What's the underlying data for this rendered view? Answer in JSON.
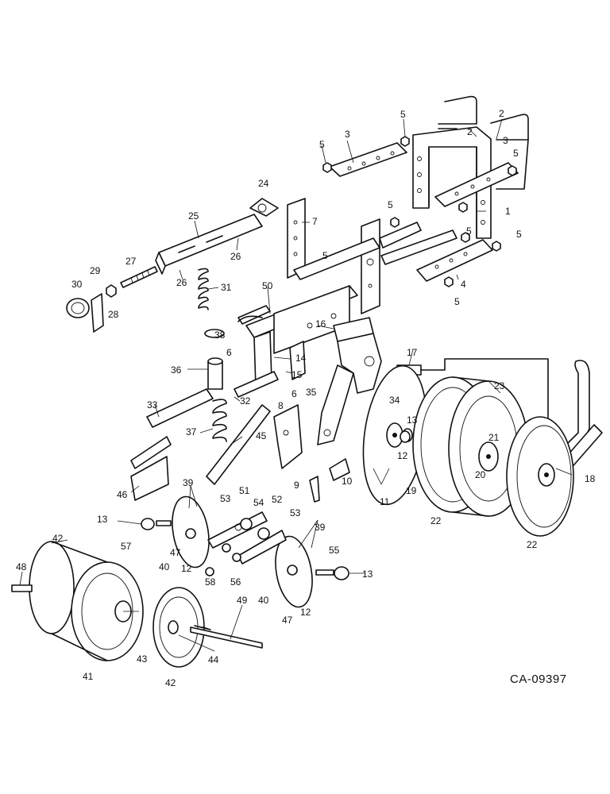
{
  "drawing_code": "CA-09397",
  "callouts": [
    "1",
    "2",
    "3",
    "4",
    "5",
    "6",
    "7",
    "8",
    "9",
    "10",
    "11",
    "12",
    "13",
    "14",
    "15",
    "16",
    "17",
    "18",
    "19",
    "20",
    "21",
    "22",
    "23",
    "24",
    "25",
    "26",
    "27",
    "28",
    "29",
    "30",
    "31",
    "32",
    "33",
    "34",
    "35",
    "36",
    "37",
    "38",
    "39",
    "40",
    "41",
    "42",
    "43",
    "44",
    "45",
    "46",
    "47",
    "48",
    "49",
    "50",
    "51",
    "52",
    "53",
    "54",
    "55",
    "56",
    "57",
    "58"
  ]
}
